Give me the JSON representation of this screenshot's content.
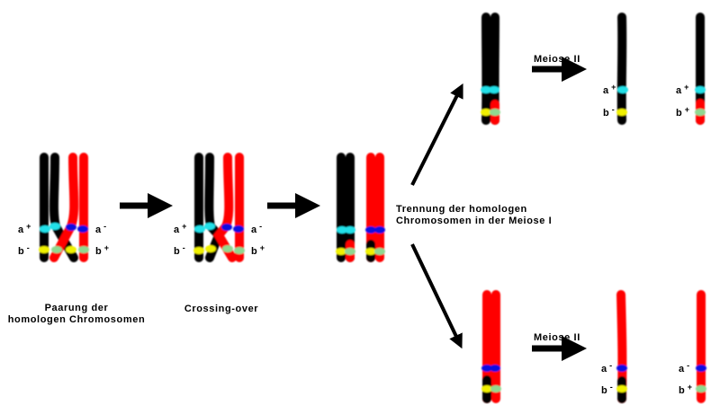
{
  "colors": {
    "chromosome_paternal": "#000000",
    "chromosome_maternal": "#ff0000",
    "allele_a_plus": "#22e0e8",
    "allele_a_minus": "#1010e0",
    "allele_b_minus": "#f0f000",
    "allele_b_plus": "#90d890"
  },
  "stages": {
    "pairing": {
      "caption_line1": "Paarung der",
      "caption_line2": "homologen Chromosomen"
    },
    "crossing_over": {
      "caption": "Crossing-over"
    },
    "separation": {
      "caption_line1": "Trennung der homologen",
      "caption_line2": "Chromosomen in der Meiose I"
    },
    "meiosis2_top": {
      "label": "Meiose II"
    },
    "meiosis2_bottom": {
      "label": "Meiose II"
    }
  },
  "alleles": {
    "a": "a",
    "b": "b",
    "plus": "+",
    "minus": "-"
  }
}
